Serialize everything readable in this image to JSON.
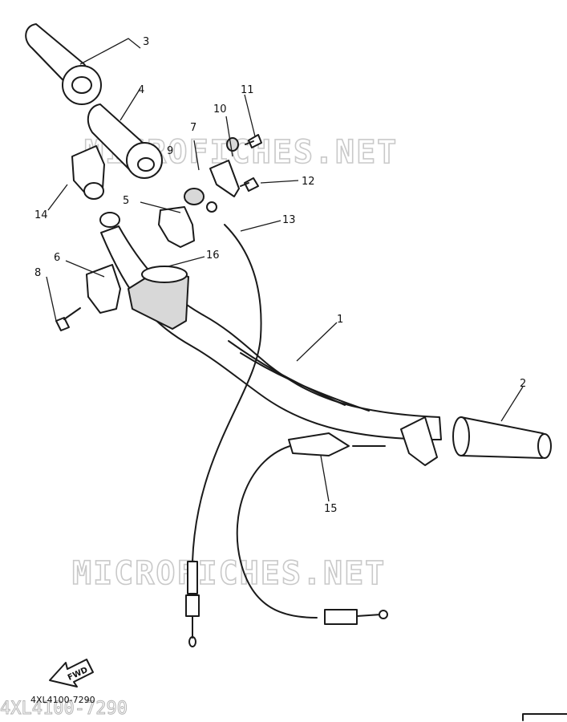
{
  "diagram": {
    "callouts": [
      "1",
      "2",
      "3",
      "4",
      "5",
      "6",
      "7",
      "8",
      "9",
      "10",
      "11",
      "12",
      "13",
      "14",
      "15",
      "16"
    ],
    "watermark": "MICROFICHES.NET",
    "fwd_label": "FWD",
    "drawing_code": "4XL4100-7290"
  }
}
